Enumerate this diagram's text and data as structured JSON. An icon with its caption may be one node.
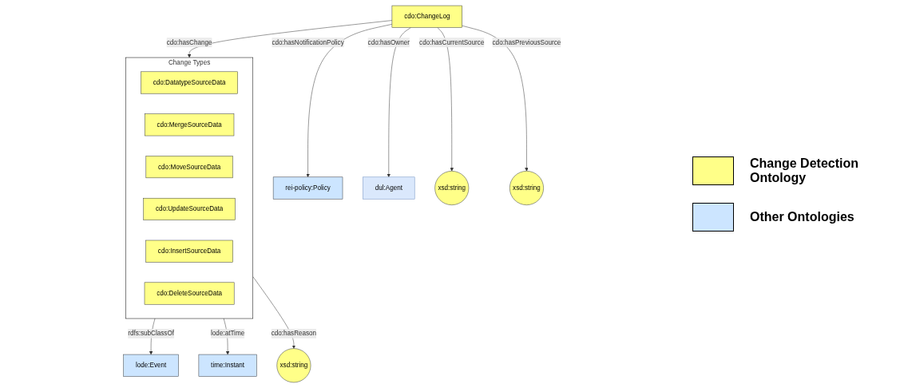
{
  "diagram": {
    "nodes": [
      {
        "text": [
          "cdo:ChangeLog"
        ]
      },
      {
        "text": [
          "rei-policy:Policy"
        ]
      },
      {
        "text": [
          "dul:Agent"
        ]
      },
      {
        "text": [
          "xsd:string"
        ]
      },
      {
        "text": [
          "xsd:string"
        ]
      },
      {
        "text": [
          "Change Types"
        ]
      },
      {
        "text": [
          "cdo:DatatypeSourceData"
        ],
        "in": 5
      },
      {
        "text": [
          "cdo:MergeSourceData"
        ],
        "in": 5
      },
      {
        "text": [
          "cdo:MoveSourceData"
        ],
        "in": 5
      },
      {
        "text": [
          "cdo:UpdateSourceData"
        ],
        "in": 5
      },
      {
        "text": [
          "cdo:InsertSourceData"
        ],
        "in": 5
      },
      {
        "text": [
          "cdo:DeleteSourceData"
        ],
        "in": 5
      },
      {
        "text": [
          "lode:Event"
        ]
      },
      {
        "text": [
          "time:Instant"
        ]
      },
      {
        "text": [
          "xsd:string"
        ]
      }
    ],
    "edges": [
      {
        "from": 0,
        "to": 1,
        "arrow": "to",
        "label": "cdo:hasNotificationPolicy"
      },
      {
        "from": 0,
        "to": 3,
        "arrow": "to",
        "label": "cdo:hasCurrentSource"
      },
      {
        "from": 0,
        "to": 2,
        "arrow": "to",
        "label": "cdo:hasOwner"
      },
      {
        "from": 0,
        "to": 5,
        "arrow": "to",
        "label": "cdo:hasChange"
      },
      {
        "from": 0,
        "to": 4,
        "arrow": "to",
        "label": "cdo:hasPreviousSource"
      },
      {
        "from": 5,
        "to": 12,
        "arrow": "to",
        "label": "rdfs:subClassOf"
      },
      {
        "from": 5,
        "to": 13,
        "arrow": "to",
        "label": "lode:atTime"
      },
      {
        "from": 5,
        "to": 14,
        "arrow": "to",
        "label": "cdo:hasReason"
      }
    ],
    "legend": [
      {
        "text": "Change Detection Ontology",
        "color": "#ffff88"
      },
      {
        "text": "Other Ontologies",
        "color": "#cce5ff"
      }
    ]
  }
}
